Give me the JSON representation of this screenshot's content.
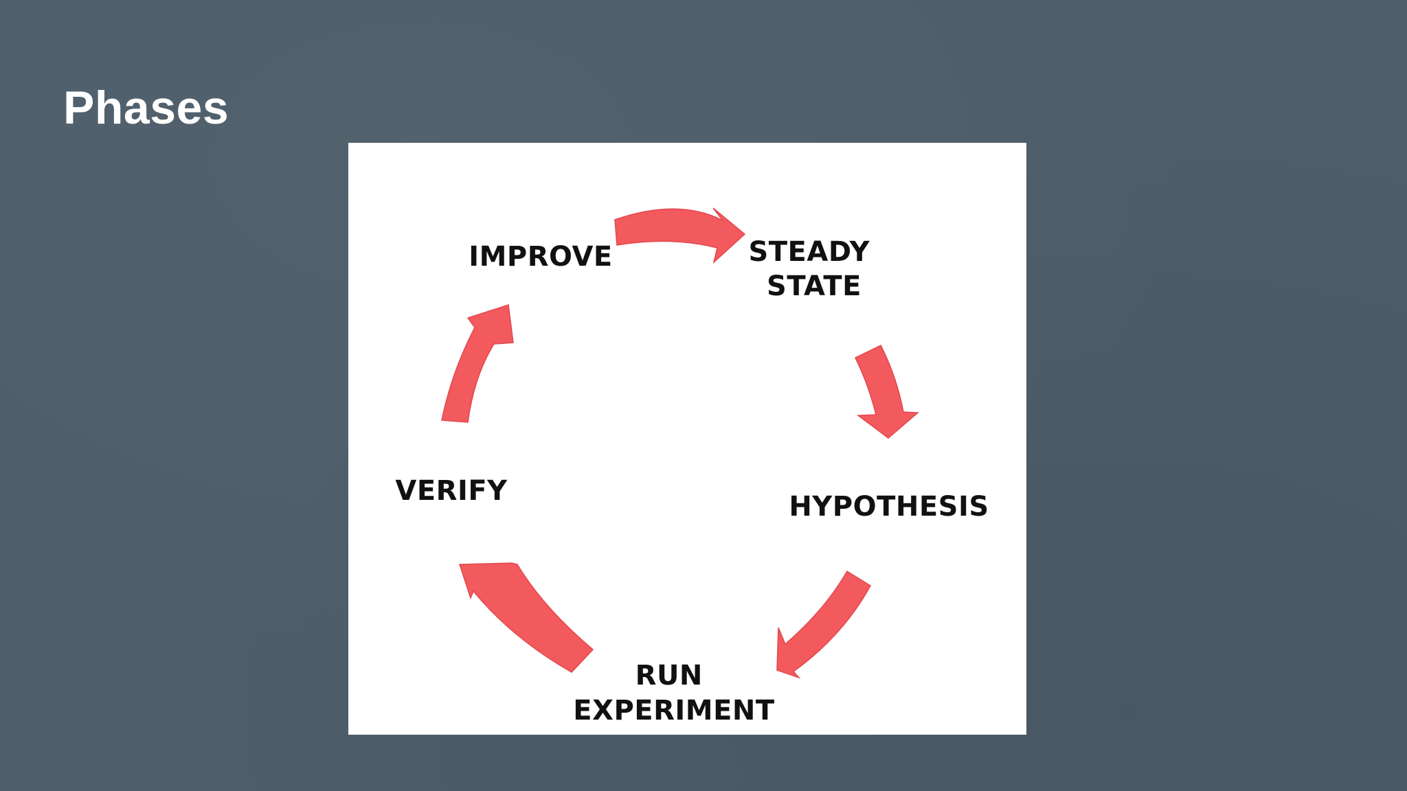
{
  "slide": {
    "title": "Phases"
  },
  "diagram": {
    "phases": [
      {
        "id": "improve",
        "lines": [
          "IMPROVE"
        ]
      },
      {
        "id": "steady-state",
        "lines": [
          "STEADY",
          "STATE"
        ]
      },
      {
        "id": "hypothesis",
        "lines": [
          "HYPOTHESIS"
        ]
      },
      {
        "id": "run-experiment",
        "lines": [
          "RUN",
          "EXPERIMENT"
        ]
      },
      {
        "id": "verify",
        "lines": [
          "VERIFY"
        ]
      }
    ],
    "colors": {
      "background": "#4d5d69",
      "panel": "#ffffff",
      "arrow": "#f25a5e",
      "label": "#111111",
      "title": "#ffffff"
    }
  }
}
